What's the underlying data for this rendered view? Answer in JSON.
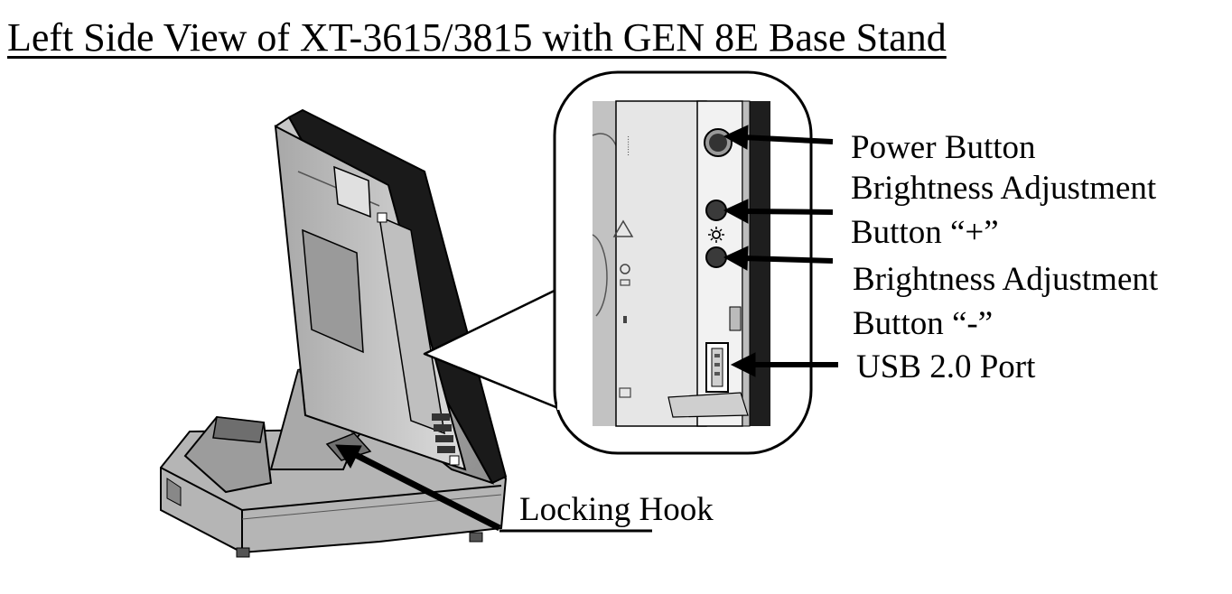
{
  "title": "Left Side View of XT-3615/3815 with GEN 8E Base Stand",
  "callouts": {
    "power_button": "Power Button",
    "brightness_plus_line1": "Brightness Adjustment",
    "brightness_plus_line2": "Button “+”",
    "brightness_minus_line1": "Brightness Adjustment",
    "brightness_minus_line2": "Button “-”",
    "usb_port": "USB 2.0 Port",
    "locking_hook": "Locking Hook"
  },
  "icons": [
    "power-button-icon",
    "brightness-plus-button-icon",
    "sun-icon",
    "brightness-minus-button-icon",
    "usb-port-icon",
    "arrow-icon"
  ]
}
